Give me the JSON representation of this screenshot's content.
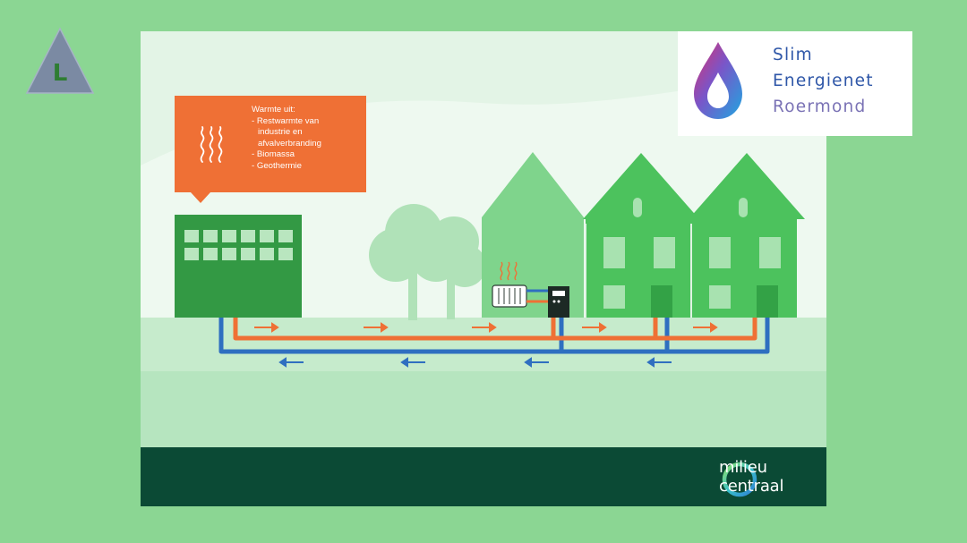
{
  "callout": {
    "title": "Warmte uit:",
    "items": [
      "- Restwarmte van",
      "industrie en",
      "afvalverbranding",
      "- Biomassa",
      "- Geothermie"
    ]
  },
  "brand": {
    "line1": "Slim",
    "line2": "Energienet",
    "line3": "Roermond"
  },
  "footer_logo": {
    "line1": "milieu",
    "line2": "centraal"
  },
  "corner_logo": {
    "letter": "L"
  },
  "colors": {
    "page_bg": "#8bd693",
    "hot_pipe": "#ef7035",
    "cold_pipe": "#2f6fc0",
    "house": "#3fb852",
    "footer": "#0b4a35"
  },
  "icons": [
    "heat-waves-icon",
    "water-drop-icon",
    "flow-arrow-icon",
    "radiator-icon",
    "heat-exchanger-icon"
  ]
}
